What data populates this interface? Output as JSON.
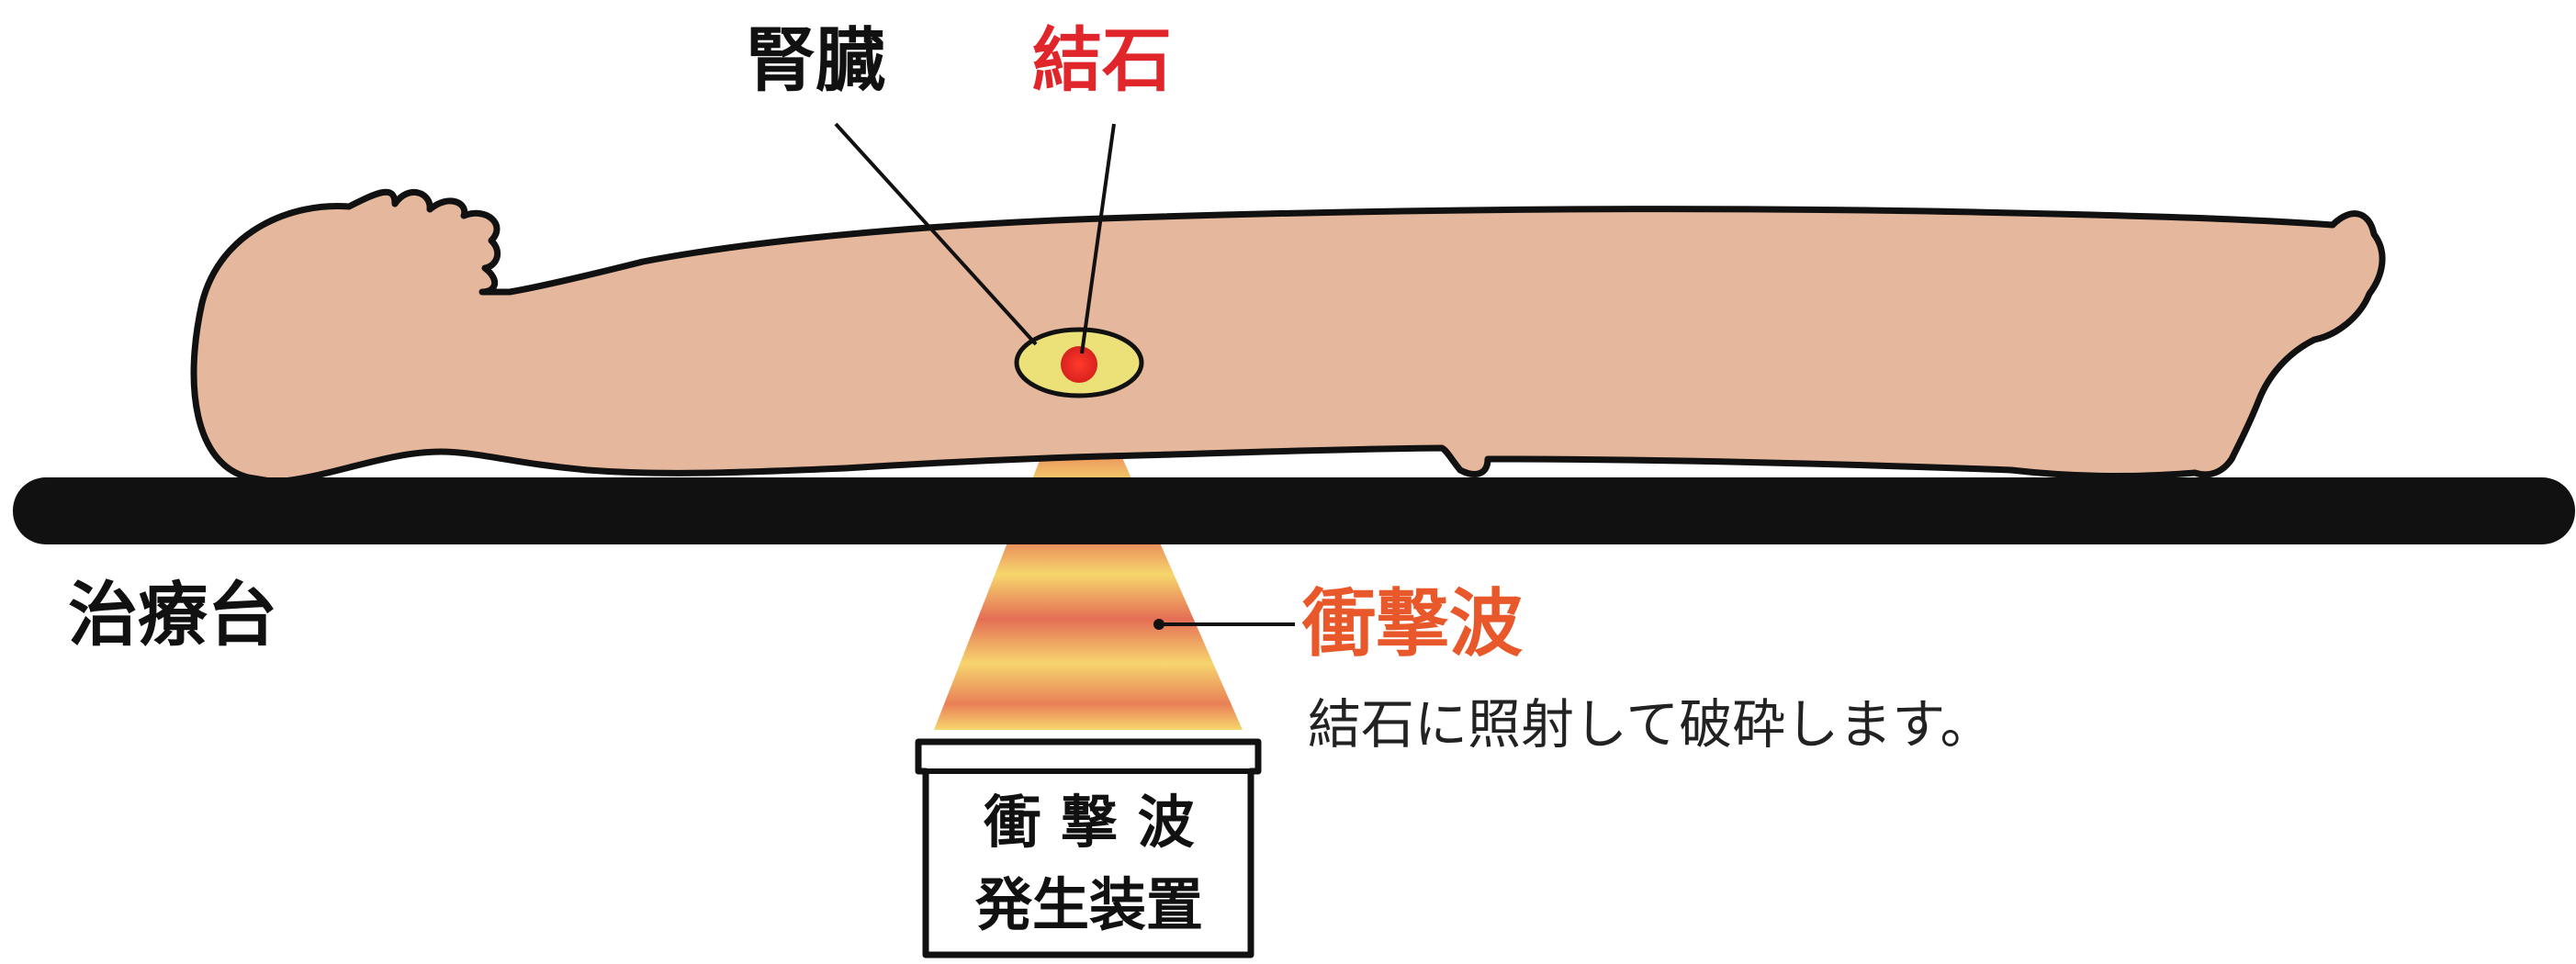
{
  "labels": {
    "kidney": "腎臓",
    "stone": "結石",
    "table": "治療台",
    "shockwave": "衝撃波",
    "description": "結石に照射して破砕します。",
    "device_line1": "衝 撃 波",
    "device_line2": "発生装置"
  },
  "colors": {
    "outline": "#111111",
    "skin": "#e5b79c",
    "kidney": "#ece078",
    "stone": "#e0262a",
    "stone_label": "#e0262a",
    "shockwave_label": "#e8582a",
    "wave_light": "#f4d263",
    "wave_dark": "#e0604a"
  }
}
